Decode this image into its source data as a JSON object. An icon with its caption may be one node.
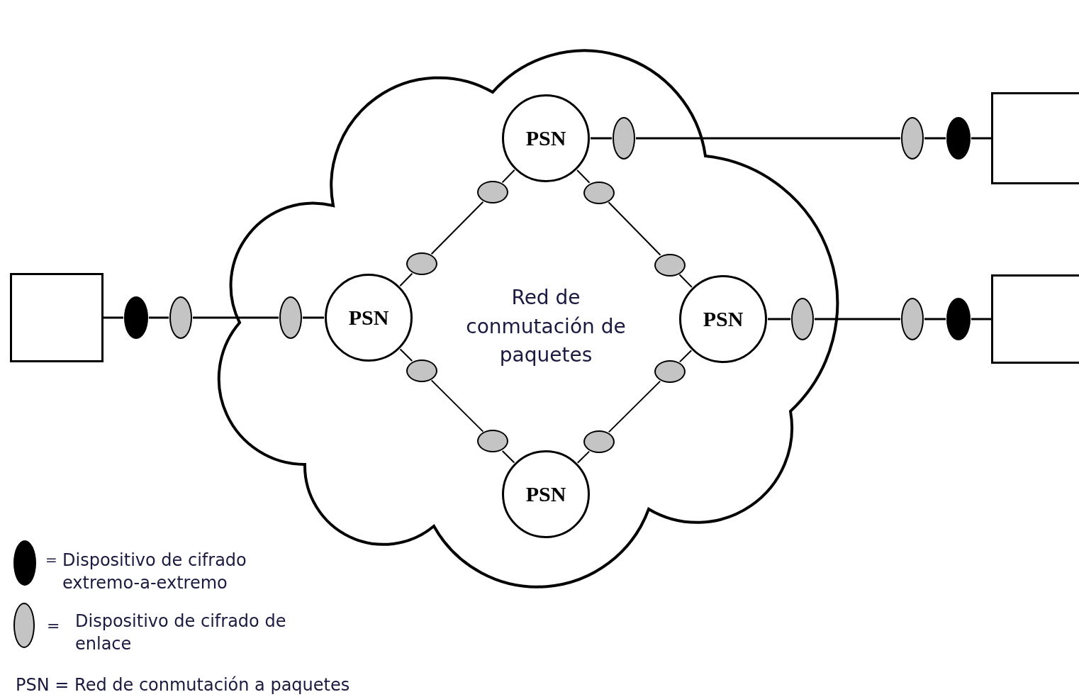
{
  "diagram": {
    "nodes": [
      {
        "text": [
          "Red de conmutación de paquetes"
        ]
      },
      {
        "text": [
          "PSN"
        ],
        "in": 0
      },
      {
        "text": [
          "PSN"
        ],
        "in": 0
      },
      {
        "text": [
          "PSN"
        ],
        "in": 0
      },
      {
        "text": [
          "PSN"
        ],
        "in": 0
      },
      {
        "text": [],
        "shape": "box"
      },
      {
        "text": [],
        "shape": "box"
      },
      {
        "text": [],
        "shape": "box"
      },
      {
        "text": [],
        "shape": "ellipse"
      },
      {
        "text": [],
        "shape": "ellipse"
      },
      {
        "text": [],
        "shape": "ellipse",
        "in": 0
      },
      {
        "text": [],
        "shape": "ellipse",
        "in": 0
      },
      {
        "text": [],
        "shape": "ellipse"
      },
      {
        "text": [],
        "shape": "ellipse"
      },
      {
        "text": [],
        "shape": "ellipse",
        "in": 0
      },
      {
        "text": [],
        "shape": "ellipse"
      },
      {
        "text": [],
        "shape": "ellipse"
      },
      {
        "text": [],
        "shape": "ellipse",
        "in": 0
      },
      {
        "text": [],
        "shape": "ellipse",
        "in": 0
      },
      {
        "text": [],
        "shape": "ellipse",
        "in": 0
      },
      {
        "text": [],
        "shape": "ellipse",
        "in": 0
      },
      {
        "text": [],
        "shape": "ellipse",
        "in": 0
      },
      {
        "text": [],
        "shape": "ellipse",
        "in": 0
      },
      {
        "text": [],
        "shape": "ellipse",
        "in": 0
      },
      {
        "text": [],
        "shape": "ellipse",
        "in": 0
      }
    ],
    "edges": [
      {
        "from": 5,
        "to": 8,
        "arrow": "none"
      },
      {
        "from": 8,
        "to": 9,
        "arrow": "none"
      },
      {
        "from": 9,
        "to": 10,
        "arrow": "none"
      },
      {
        "from": 10,
        "to": 2,
        "arrow": "none"
      },
      {
        "from": 1,
        "to": 11,
        "arrow": "none"
      },
      {
        "from": 11,
        "to": 12,
        "arrow": "none"
      },
      {
        "from": 12,
        "to": 13,
        "arrow": "none"
      },
      {
        "from": 13,
        "to": 6,
        "arrow": "none"
      },
      {
        "from": 3,
        "to": 14,
        "arrow": "none"
      },
      {
        "from": 14,
        "to": 15,
        "arrow": "none"
      },
      {
        "from": 15,
        "to": 16,
        "arrow": "none"
      },
      {
        "from": 16,
        "to": 7,
        "arrow": "none"
      },
      {
        "from": 1,
        "to": 17,
        "arrow": "none"
      },
      {
        "from": 17,
        "to": 18,
        "arrow": "none"
      },
      {
        "from": 18,
        "to": 2,
        "arrow": "none"
      },
      {
        "from": 1,
        "to": 19,
        "arrow": "none"
      },
      {
        "from": 19,
        "to": 20,
        "arrow": "none"
      },
      {
        "from": 20,
        "to": 3,
        "arrow": "none"
      },
      {
        "from": 2,
        "to": 21,
        "arrow": "none"
      },
      {
        "from": 21,
        "to": 22,
        "arrow": "none"
      },
      {
        "from": 22,
        "to": 4,
        "arrow": "none"
      },
      {
        "from": 3,
        "to": 23,
        "arrow": "none"
      },
      {
        "from": 23,
        "to": 24,
        "arrow": "none"
      },
      {
        "from": 24,
        "to": 4,
        "arrow": "none"
      }
    ],
    "labels": [
      "=",
      "=",
      "PSN = Red de conmutación a paquetes"
    ],
    "legend": [
      {
        "text": "Dispositivo de cifrado extremo-a-extremo"
      },
      {
        "text": "Dispositivo de cifrado de enlace"
      }
    ]
  }
}
